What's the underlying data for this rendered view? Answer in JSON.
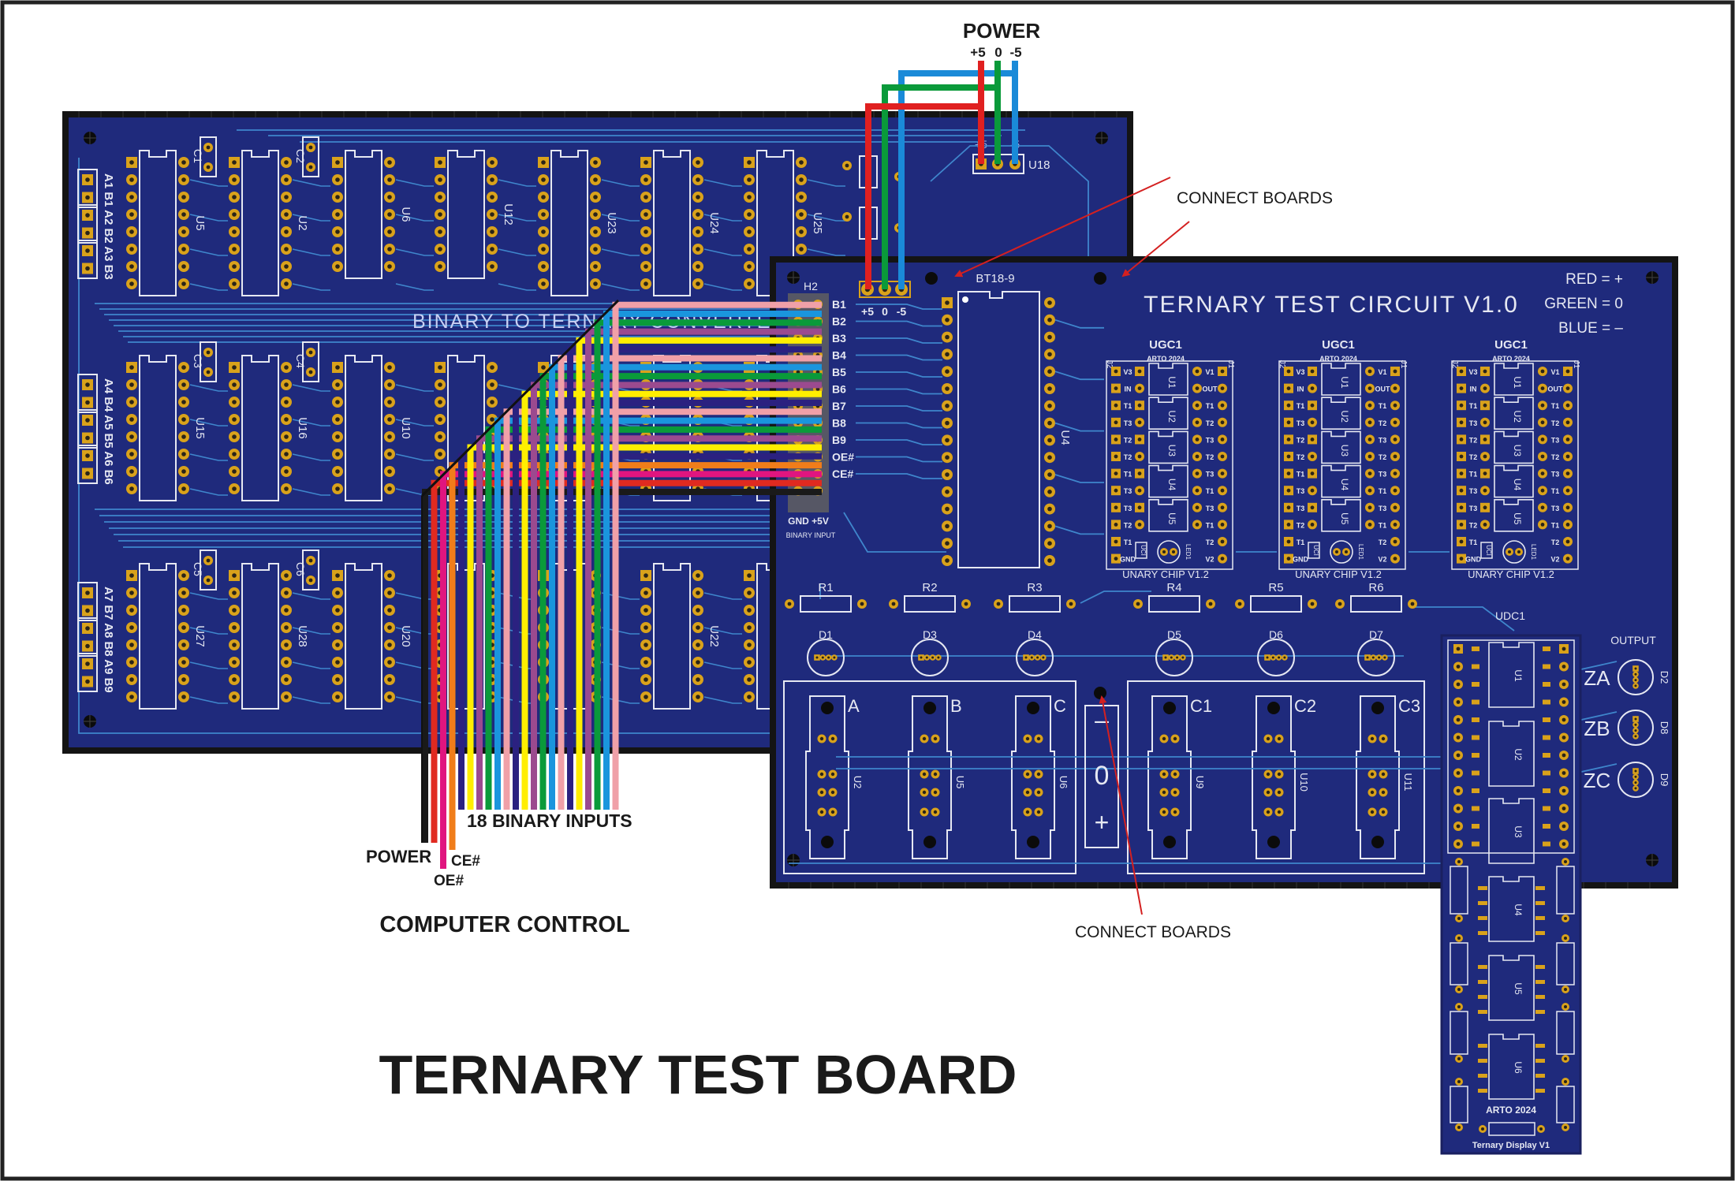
{
  "title": "TERNARY TEST BOARD",
  "computer_control": "COMPUTER CONTROL",
  "power": {
    "label": "POWER",
    "rails": [
      "+5",
      "0",
      "-5"
    ],
    "rail_colors": [
      "#e02020",
      "#0a9a3a",
      "#1a8ad8"
    ]
  },
  "annotations": {
    "connect_top": "CONNECT BOARDS",
    "connect_bottom": "CONNECT BOARDS"
  },
  "cable": {
    "binary_label": "18 BINARY INPUTS",
    "power_label": "POWER",
    "ce_label": "CE#",
    "oe_label": "OE#",
    "wire_colors": [
      "#1a1a1a",
      "#e02a20",
      "#e0157f",
      "#f07d1a",
      "#2b2180",
      "#ffee00",
      "#9b4a8f",
      "#0a9a3a",
      "#1a95dd",
      "#f0a0a8",
      "#2b2180",
      "#ffee00",
      "#9b4a8f",
      "#0a9a3a",
      "#1a95dd",
      "#f0a0a8",
      "#2b2180",
      "#ffee00",
      "#9b4a8f",
      "#0a9a3a",
      "#1a95dd",
      "#f0a0a8"
    ]
  },
  "converter_board": {
    "title": "BINARY TO TERNARY CONVERTER",
    "chip_rows": [
      [
        "U5",
        "U2",
        "U6",
        "U12",
        "U23",
        "U24",
        "U25"
      ],
      [
        "U15",
        "U16",
        "U10",
        "",
        "",
        "",
        ""
      ],
      [
        "U27",
        "U28",
        "U20",
        "",
        "",
        "U22",
        ""
      ]
    ],
    "capacitors": [
      [
        "C1",
        "C2"
      ],
      [
        "C3",
        "C4"
      ],
      [
        "C5",
        "C6"
      ]
    ],
    "input_headers": [
      "A1 B1 A2 B2 A3 B3",
      "A4 B4 A5 B5 A6 B6",
      "A7 B7 A8 B8 A9 B9"
    ],
    "power_header": "U18",
    "power_header_pins": [
      "+5",
      "0",
      "-5"
    ]
  },
  "test_board": {
    "title": "TERNARY TEST CIRCUIT V1.0",
    "legend": [
      "RED = +",
      "GREEN = 0",
      "BLUE = –"
    ],
    "ic_label": "BT18-9",
    "ic_ref": "U4",
    "header_ref": "H2",
    "header_pins": [
      "B1",
      "B2",
      "B3",
      "B4",
      "B5",
      "B6",
      "B7",
      "B8",
      "B9",
      "OE#",
      "CE#"
    ],
    "header_footer": "GND +5V",
    "header_caption": "BINARY INPUT",
    "power_pins": [
      "+5",
      "0",
      "-5"
    ],
    "modules": [
      {
        "name": "UGC1",
        "maker": "ARTO 2024",
        "footer": "UNARY CHIP V1.2"
      },
      {
        "name": "UGC1",
        "maker": "ARTO 2024",
        "footer": "UNARY CHIP V1.2"
      },
      {
        "name": "UGC1",
        "maker": "ARTO 2024",
        "footer": "UNARY CHIP V1.2"
      }
    ],
    "module_left_pins": [
      "V3",
      "IN",
      "T1",
      "T3",
      "T2",
      "T2",
      "T1",
      "T3",
      "T3",
      "T2",
      "T1",
      "GND"
    ],
    "module_right_pins": [
      "V1",
      "OUT",
      "T1",
      "T2",
      "T3",
      "T2",
      "T3",
      "T1",
      "T3",
      "T1",
      "T2",
      "V2"
    ],
    "module_chips": [
      "U1",
      "U2",
      "U3",
      "U4",
      "U5"
    ],
    "module_parts": {
      "uci": "UCI",
      "led": "LED1",
      "j_left": "J2",
      "j_right": "J1"
    },
    "resistors": [
      "R1",
      "R2",
      "R3",
      "R4",
      "R5",
      "R6"
    ],
    "leds": [
      "D1",
      "D3",
      "D4",
      "D5",
      "D6",
      "D7"
    ],
    "switches_inputs": [
      {
        "label": "A",
        "ref": "U2"
      },
      {
        "label": "B",
        "ref": "U5"
      },
      {
        "label": "C",
        "ref": "U6"
      }
    ],
    "switches_carry": [
      {
        "label": "C1",
        "ref": "U9"
      },
      {
        "label": "C2",
        "ref": "U10"
      },
      {
        "label": "C3",
        "ref": "U11"
      }
    ],
    "selector": [
      "–",
      "0",
      "+"
    ],
    "decoder_ref": "UDC1",
    "output": {
      "label": "OUTPUT",
      "channels": [
        {
          "label": "ZA",
          "ref": "D2"
        },
        {
          "label": "ZB",
          "ref": "D8"
        },
        {
          "label": "ZC",
          "ref": "D9"
        }
      ]
    }
  },
  "display_board": {
    "chips": [
      "U1",
      "U2",
      "U3",
      "U4",
      "U5",
      "U6"
    ],
    "maker": "ARTO 2024",
    "name": "Ternary Display V1"
  },
  "colors": {
    "board": "#1f2a7c",
    "board_edge": "#141414",
    "pad": "#d9a21b",
    "trace": "#3f86cc",
    "silk": "#e6e8f2",
    "arrow": "#d42020"
  }
}
